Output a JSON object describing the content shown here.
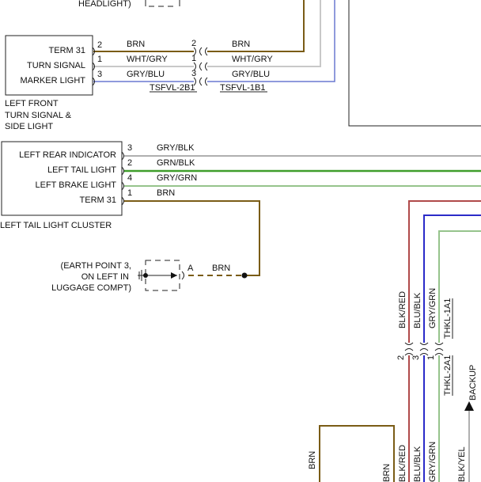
{
  "colors": {
    "brn": "#7a5c16",
    "wht_gry": "#c8c8c8",
    "gry_blu": "#6a78d0",
    "gry_blk": "#b0b0b0",
    "grn_blk": "#3f9e2b",
    "gry_grn": "#96c48c",
    "blk_red": "#b04a4a",
    "blu_blk": "#2b2bc8",
    "blk_yel": "#b0b0b0",
    "line": "#222222"
  },
  "top_label": "HEADLIGHT)",
  "front_component": {
    "pins": [
      {
        "name": "TERM 31",
        "num": "2"
      },
      {
        "name": "TURN SIGNAL",
        "num": "1"
      },
      {
        "name": "MARKER LIGHT",
        "num": "3"
      }
    ],
    "caption": [
      "LEFT FRONT",
      "TURN SIGNAL &",
      "SIDE LIGHT"
    ]
  },
  "front_wires_left": [
    "BRN",
    "WHT/GRY",
    "GRY/BLU"
  ],
  "front_pin_right": [
    "2",
    "1",
    "3"
  ],
  "front_wires_right": [
    "BRN",
    "WHT/GRY",
    "GRY/BLU"
  ],
  "connector_left": "TSFVL-2B1",
  "connector_right": "TSFVL-1B1",
  "rear_component": {
    "pins": [
      {
        "name": "LEFT REAR INDICATOR",
        "num": "3",
        "wire": "GRY/BLK"
      },
      {
        "name": "LEFT TAIL LIGHT",
        "num": "2",
        "wire": "GRN/BLK"
      },
      {
        "name": "LEFT BRAKE LIGHT",
        "num": "4",
        "wire": "GRY/GRN"
      },
      {
        "name": "TERM 31",
        "num": "1",
        "wire": "BRN"
      }
    ],
    "caption": "LEFT TAIL LIGHT CLUSTER"
  },
  "earth": {
    "lines": [
      "(EARTH POINT 3,",
      "ON LEFT IN",
      "LUGGAGE COMPT)"
    ],
    "pin": "A",
    "wire": "BRN"
  },
  "right_vertical": {
    "wires": [
      "BLK/RED",
      "BLU/BLK",
      "GRY/GRN"
    ],
    "pins": [
      "2",
      "3",
      "1"
    ],
    "connector_top": "THKL-1A1",
    "connector_bottom": "THKL-2A1"
  },
  "bottom_wires": [
    "BRN",
    "BRN",
    "BLK/RED",
    "BLU/BLK",
    "GRY/GRN",
    "BLK/YEL"
  ],
  "backup_label": "BACKUP"
}
